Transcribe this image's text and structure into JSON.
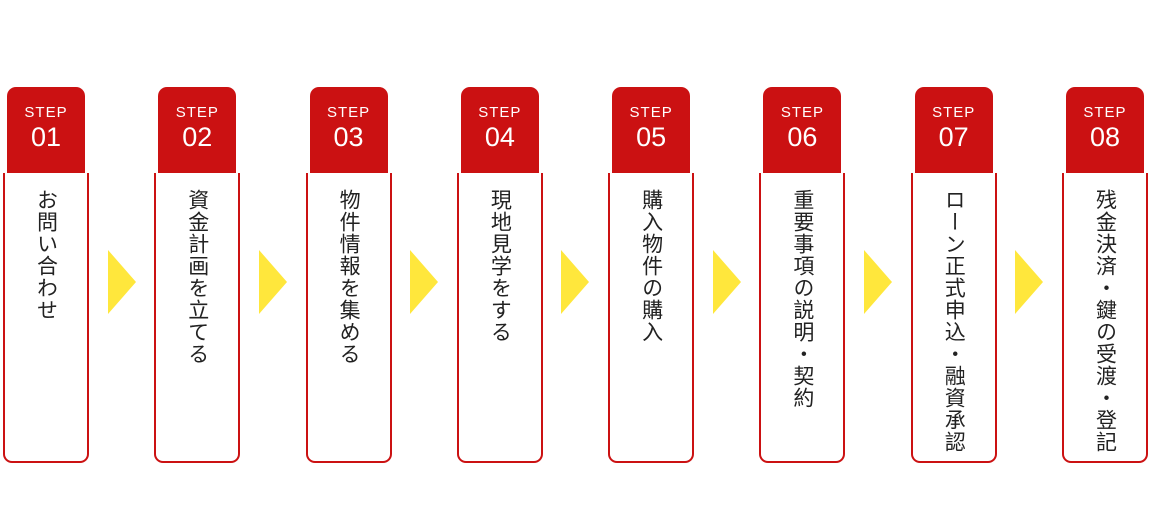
{
  "diagram": {
    "description": "8-step purchase flow diagram",
    "colors": {
      "step_header_red": "#cb1112",
      "card_border_red": "#cb1112",
      "arrow_yellow": "#ffe73c",
      "body_text": "#222222",
      "header_text": "#ffffff",
      "background": "#ffffff"
    },
    "steps": [
      {
        "label": "STEP",
        "number": "01",
        "text": "お問い合わせ"
      },
      {
        "label": "STEP",
        "number": "02",
        "text": "資金計画を立てる"
      },
      {
        "label": "STEP",
        "number": "03",
        "text": "物件情報を集める"
      },
      {
        "label": "STEP",
        "number": "04",
        "text": "現地見学をする"
      },
      {
        "label": "STEP",
        "number": "05",
        "text": "購入物件の購入"
      },
      {
        "label": "STEP",
        "number": "06",
        "text": "重要事項の説明・契約"
      },
      {
        "label": "STEP",
        "number": "07",
        "text": "ローン正式申込・融資承認"
      },
      {
        "label": "STEP",
        "number": "08",
        "text": "残金決済・鍵の受渡・登記"
      }
    ],
    "arrow_icon": "right-arrow"
  }
}
